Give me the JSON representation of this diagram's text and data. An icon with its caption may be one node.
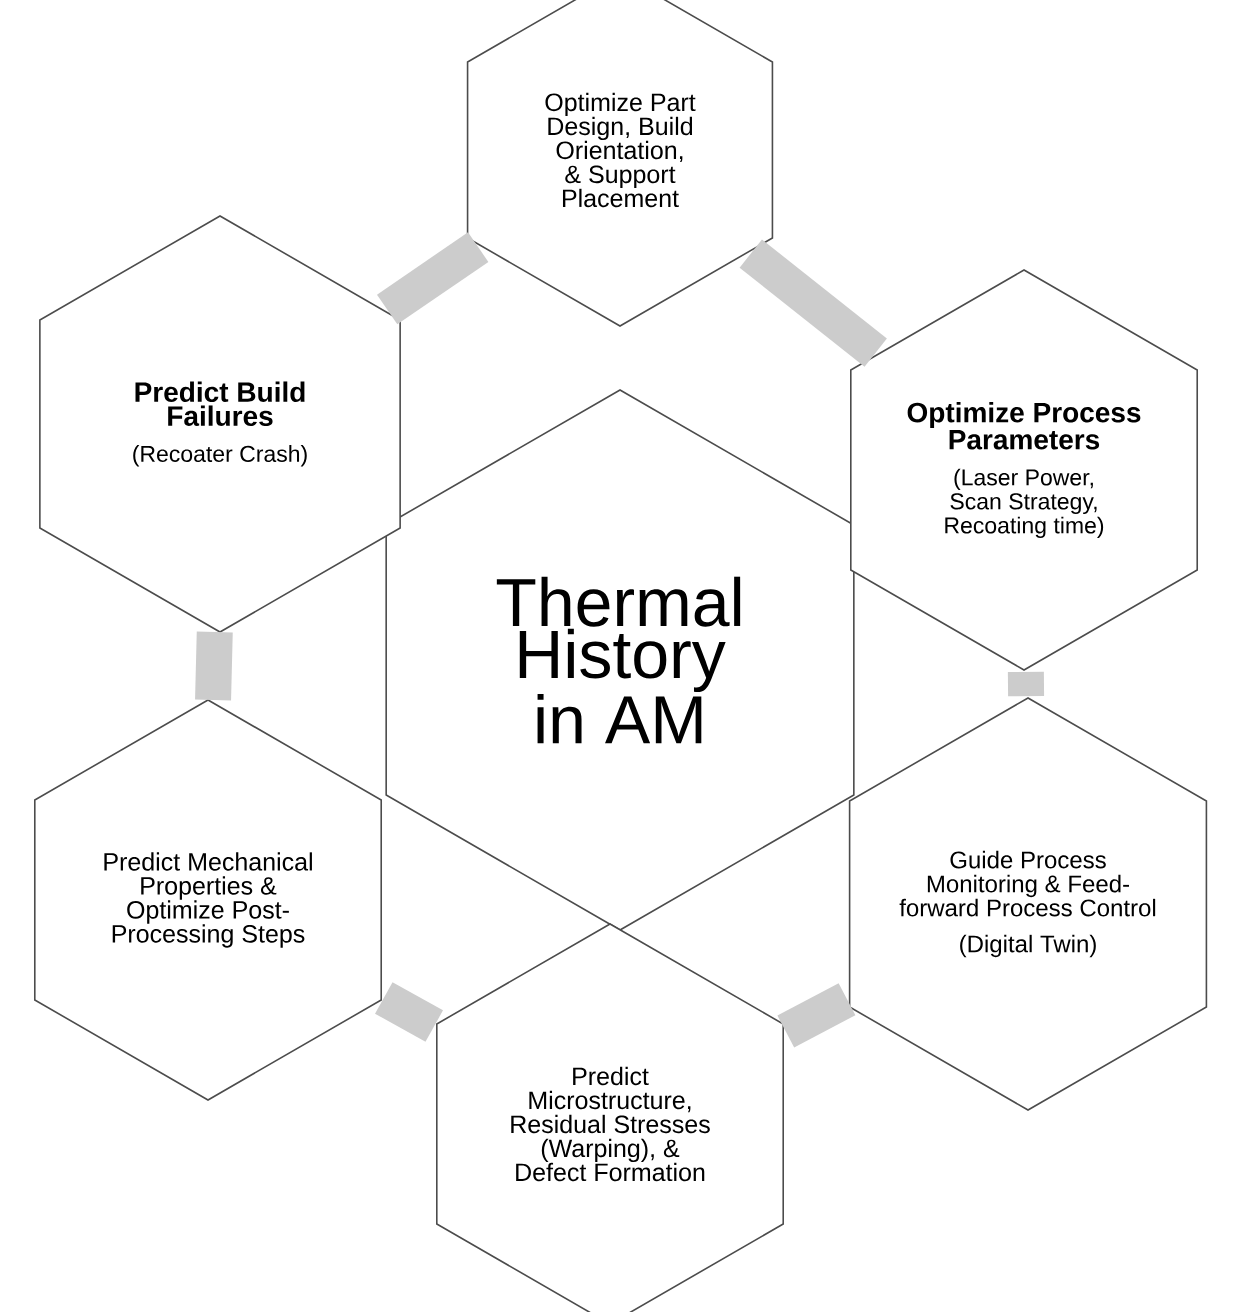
{
  "diagram": {
    "nodes": [
      {
        "text": [
          "Thermal History in AM"
        ]
      },
      {
        "text": [
          "Optimize Part Design, Build Orientation, & Support Placement"
        ]
      },
      {
        "text": [
          "Optimize Process Parameters",
          "(Laser Power, Scan Strategy, Recoating time)"
        ]
      },
      {
        "text": [
          "Guide Process Monitoring & Feed-forward Process Control",
          "(Digital Twin)"
        ]
      },
      {
        "text": [
          "Predict Microstructure, Residual Stresses (Warping), & Defect Formation"
        ]
      },
      {
        "text": [
          "Predict Mechanical Properties & Optimize Post-Processing Steps"
        ]
      },
      {
        "text": [
          "Predict Build Failures",
          "(Recoater Crash)"
        ]
      }
    ],
    "edges": [
      {
        "from": 6,
        "to": 1,
        "arrow": "none"
      },
      {
        "from": 1,
        "to": 2,
        "arrow": "none"
      },
      {
        "from": 2,
        "to": 3,
        "arrow": "none"
      },
      {
        "from": 3,
        "to": 4,
        "arrow": "none"
      },
      {
        "from": 4,
        "to": 5,
        "arrow": "none"
      },
      {
        "from": 5,
        "to": 6,
        "arrow": "none"
      }
    ]
  }
}
